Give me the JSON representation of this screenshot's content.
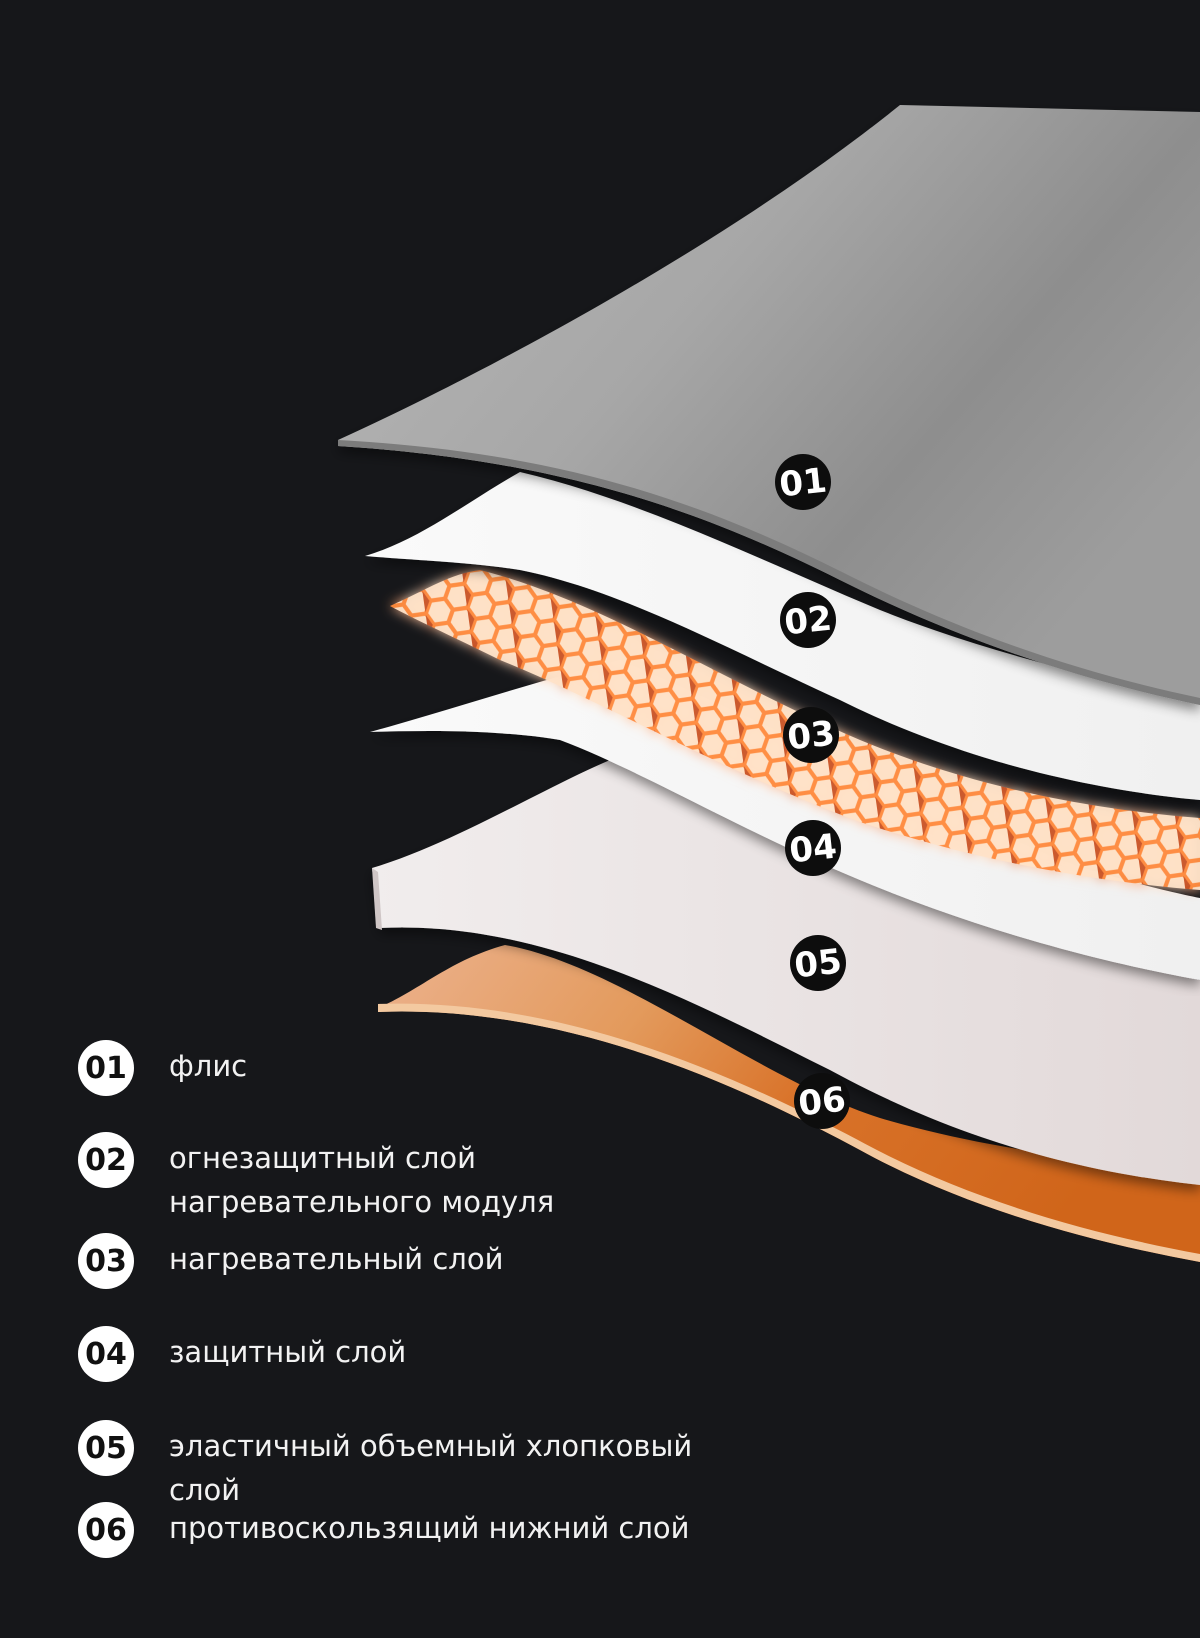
{
  "layers": [
    {
      "num": "01",
      "label": "флис"
    },
    {
      "num": "02",
      "label": "огнезащитный слой нагревательного модуля"
    },
    {
      "num": "03",
      "label": "нагревательный слой"
    },
    {
      "num": "04",
      "label": "защитный слой"
    },
    {
      "num": "05",
      "label": "эластичный объемный хлопковый слой"
    },
    {
      "num": "06",
      "label": "противоскользящий нижний слой"
    }
  ],
  "colors": {
    "background": "#16171a",
    "fleece": "#a3a3a3",
    "white_layer": "#f5f5f5",
    "heating_hex": "#f07a35",
    "cotton": "#e5dcdc",
    "bottom": "#e07a2c"
  }
}
